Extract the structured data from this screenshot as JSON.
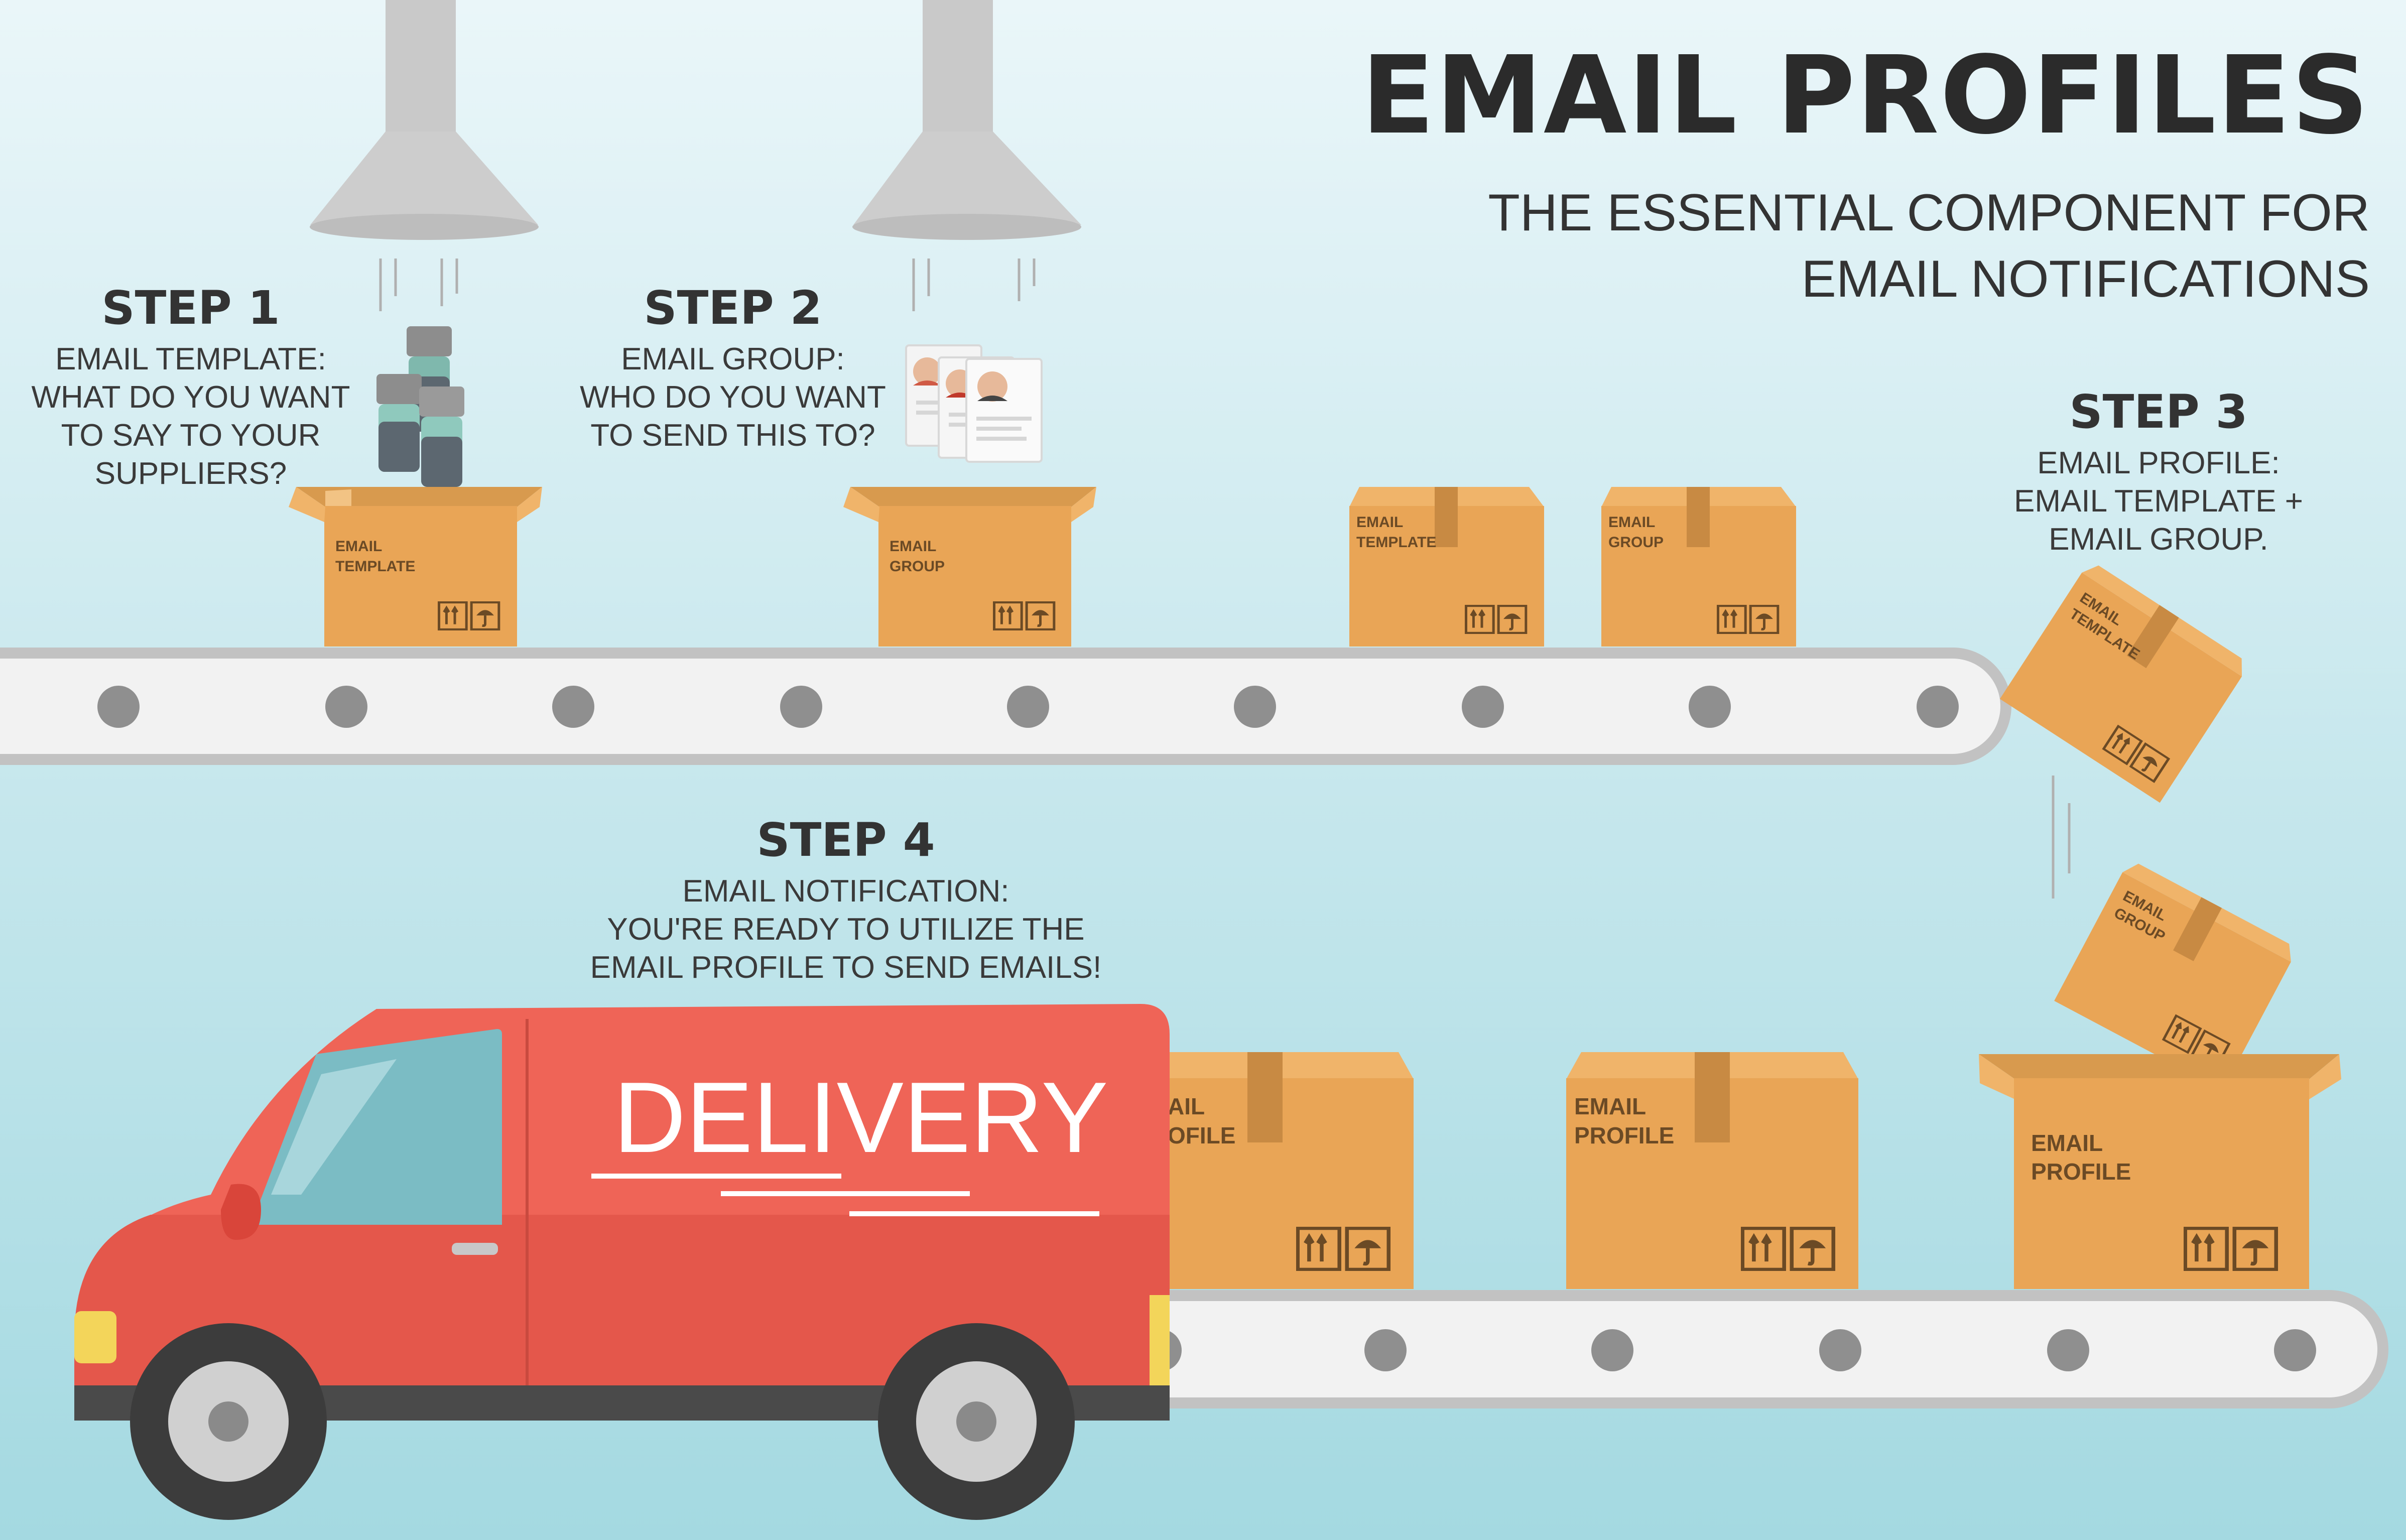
{
  "header": {
    "title": "EMAIL PROFILES",
    "subtitle_lines": [
      "THE ESSENTIAL COMPONENT FOR",
      "EMAIL NOTIFICATIONS"
    ]
  },
  "steps": [
    {
      "heading": "STEP 1",
      "lines": [
        "EMAIL TEMPLATE:",
        "WHAT DO YOU WANT",
        "TO SAY TO YOUR",
        "SUPPLIERS?"
      ]
    },
    {
      "heading": "STEP 2",
      "lines": [
        "EMAIL GROUP:",
        "WHO DO YOU WANT",
        "TO SEND THIS TO?"
      ]
    },
    {
      "heading": "STEP 3",
      "lines": [
        "EMAIL PROFILE:",
        "EMAIL TEMPLATE +",
        "EMAIL GROUP."
      ]
    },
    {
      "heading": "STEP 4",
      "lines": [
        "EMAIL NOTIFICATION:",
        "YOU'RE READY TO UTILIZE THE",
        "EMAIL PROFILE TO SEND EMAILS!"
      ]
    }
  ],
  "boxes": {
    "template": [
      "EMAIL",
      "TEMPLATE"
    ],
    "group": [
      "EMAIL",
      "GROUP"
    ],
    "profile": [
      "EMAIL",
      "PROFILE"
    ],
    "profile_cut": [
      "AIL",
      "OFILE"
    ]
  },
  "van": {
    "label": "DELIVERY"
  },
  "colors": {
    "background_top": "#e6f4f8",
    "background_bottom": "#a6dbe3",
    "box": "#e9a556",
    "van": "#ef6457",
    "conveyor": "#f2f2f2"
  }
}
